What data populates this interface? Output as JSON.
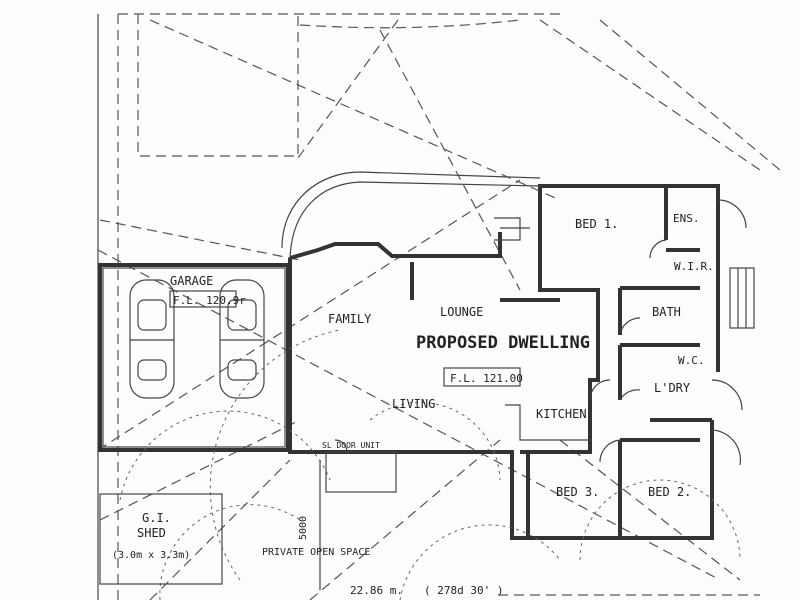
{
  "rooms": {
    "garage": "GARAGE",
    "garage_fl": "F.L. 120.9r",
    "family": "FAMILY",
    "lounge": "LOUNGE",
    "title": "PROPOSED DWELLING",
    "dwelling_fl": "F.L. 121.00",
    "living": "LIVING",
    "kitchen": "KITCHEN",
    "bed1": "BED 1.",
    "ens": "ENS.",
    "wir": "W.I.R.",
    "bath": "BATH",
    "wc": "W.C.",
    "ldry": "L'DRY",
    "bed3": "BED 3.",
    "bed2": "BED 2.",
    "door_unit": "SL DOOR UNIT",
    "shed": "G.I.",
    "shed2": "SHED",
    "shed_size": "(3.0m x 3.3m)",
    "open_space": "PRIVATE OPEN SPACE",
    "dim_vertical": "5000",
    "dim_bottom": "22.86 m.",
    "bearing": "( 278d 30' )"
  }
}
